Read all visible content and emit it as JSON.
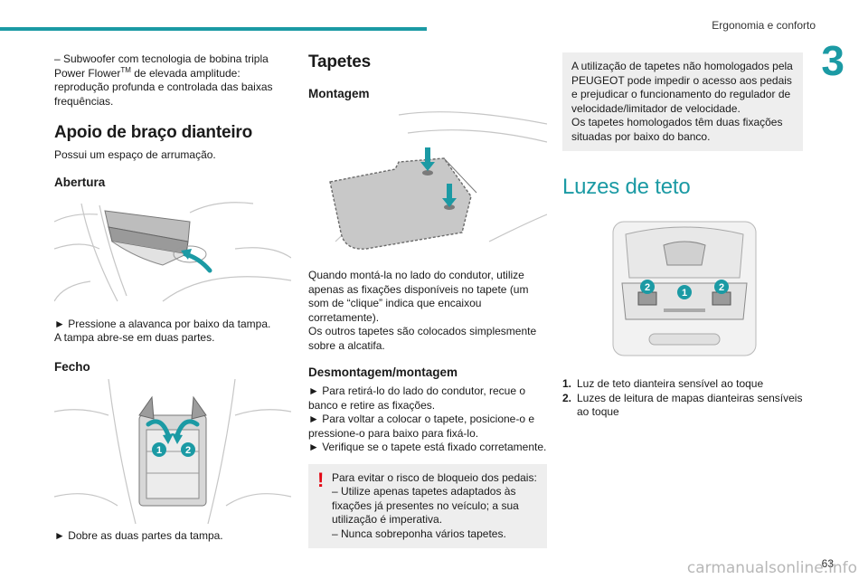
{
  "header": {
    "title": "Ergonomia e conforto",
    "chapter": "3"
  },
  "col1": {
    "sub_line_pre": "– Subwoofer com tecnologia de bobina tripla Power Flower",
    "sub_tm": "TM",
    "sub_line_post": " de elevada amplitude: reprodução profunda e controlada das baixas frequências.",
    "armrest_title": "Apoio de braço dianteiro",
    "armrest_desc": "Possui um espaço de arrumação.",
    "opening_title": "Abertura",
    "opening_step": "► Pressione a alavanca por baixo da tampa.",
    "opening_note": "A tampa abre-se em duas partes.",
    "closing_title": "Fecho",
    "closing_fig_labels": [
      "1",
      "2"
    ],
    "closing_step": "► Dobre as duas partes da tampa."
  },
  "col2": {
    "title": "Tapetes",
    "mount_title": "Montagem",
    "mount_p1": "Quando montá-la no lado do condutor, utilize apenas as fixações disponíveis no tapete (um som de “clique” indica que encaixou corretamente).",
    "mount_p2": "Os outros tapetes são colocados simplesmente sobre a alcatifa.",
    "remove_title": "Desmontagem/montagem",
    "remove_s1": "► Para retirá-lo do lado do condutor, recue o banco e retire as fixações.",
    "remove_s2": "► Para voltar a colocar o tapete, posicione-o e pressione-o para baixo para fixá-lo.",
    "remove_s3": "► Verifique se o tapete está fixado corretamente.",
    "warn_lead": "Para evitar o risco de bloqueio dos pedais:",
    "warn_l1": "– Utilize apenas tapetes adaptados às fixações já presentes no veículo; a sua utilização é imperativa.",
    "warn_l2": "– Nunca sobreponha vários tapetes."
  },
  "col3": {
    "info_p1": "A utilização de tapetes não homologados pela PEUGEOT pode impedir o acesso aos pedais e prejudicar o funcionamento do regulador de velocidade/limitador de velocidade.",
    "info_p2": "Os tapetes homologados têm duas fixações situadas por baixo do banco.",
    "lights_title": "Luzes de teto",
    "fig_labels": [
      "2",
      "1",
      "2"
    ],
    "legend": [
      {
        "num": "1.",
        "text": "Luz de teto dianteira sensível ao toque"
      },
      {
        "num": "2.",
        "text": "Luzes de leitura de mapas dianteiras sensíveis ao toque"
      }
    ]
  },
  "footer": {
    "page": "63",
    "watermark": "carmanualsonline.info"
  },
  "colors": {
    "accent": "#1b9aa4",
    "warning": "#e30613",
    "box": "#eeeeee"
  }
}
